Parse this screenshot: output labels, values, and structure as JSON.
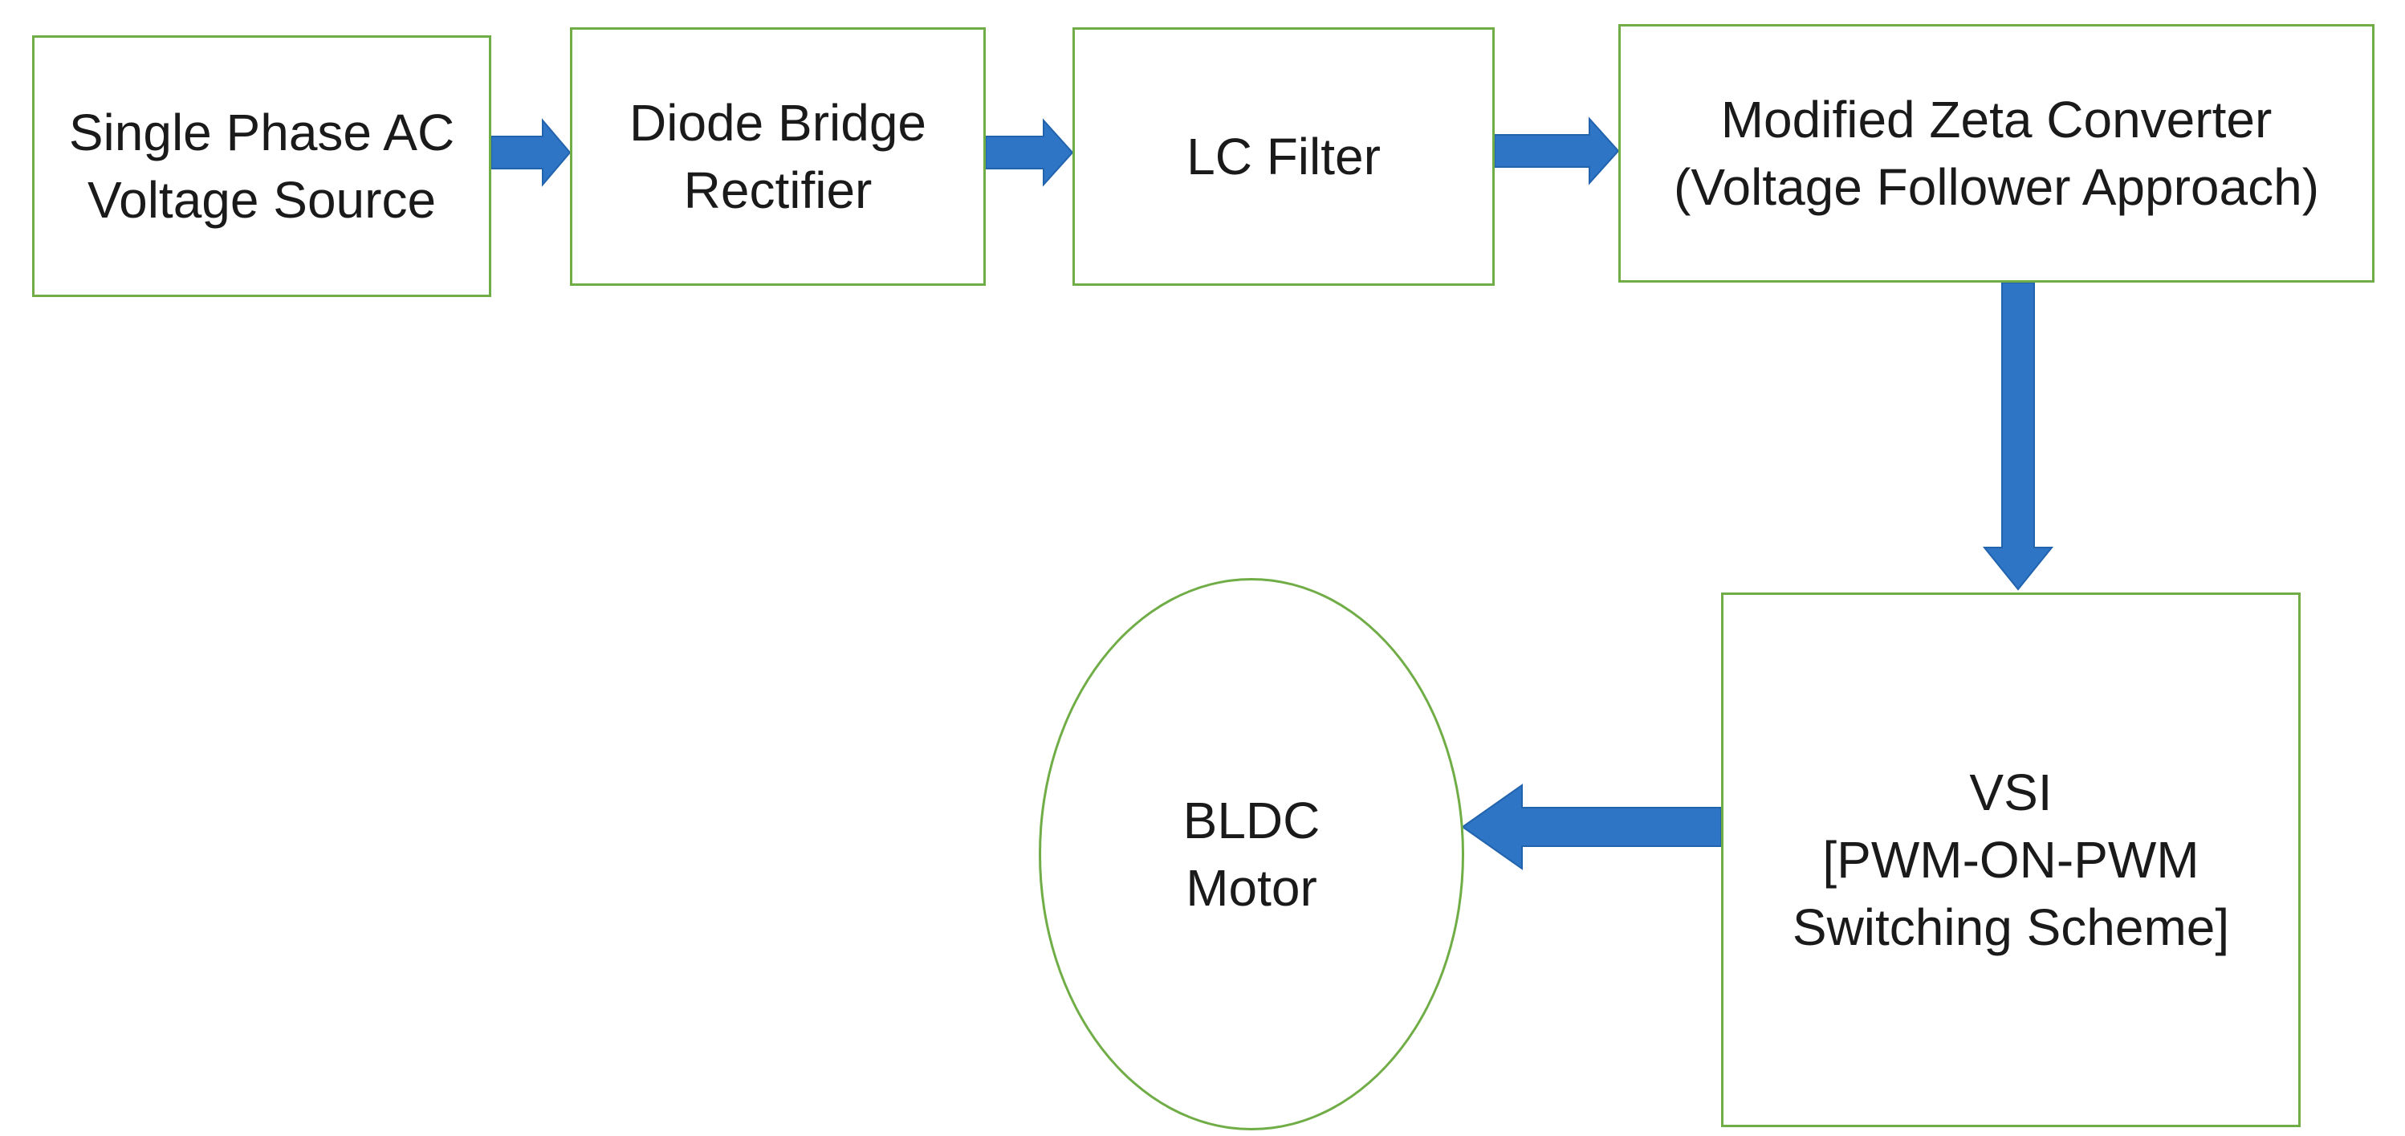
{
  "blocks": {
    "ac_source": {
      "lines": [
        "Single Phase AC",
        "Voltage Source"
      ]
    },
    "rectifier": {
      "lines": [
        "Diode Bridge",
        "Rectifier"
      ]
    },
    "lc_filter": {
      "lines": [
        "LC Filter"
      ]
    },
    "zeta_converter": {
      "lines": [
        "Modified Zeta Converter",
        "(Voltage Follower Approach)"
      ]
    },
    "vsi": {
      "lines": [
        "VSI",
        "[PWM-ON-PWM",
        "Switching Scheme]"
      ]
    },
    "bldc_motor": {
      "lines": [
        "BLDC",
        "Motor"
      ]
    }
  },
  "colors": {
    "block_border": "#70ad47",
    "arrow_fill": "#2e75c6"
  }
}
